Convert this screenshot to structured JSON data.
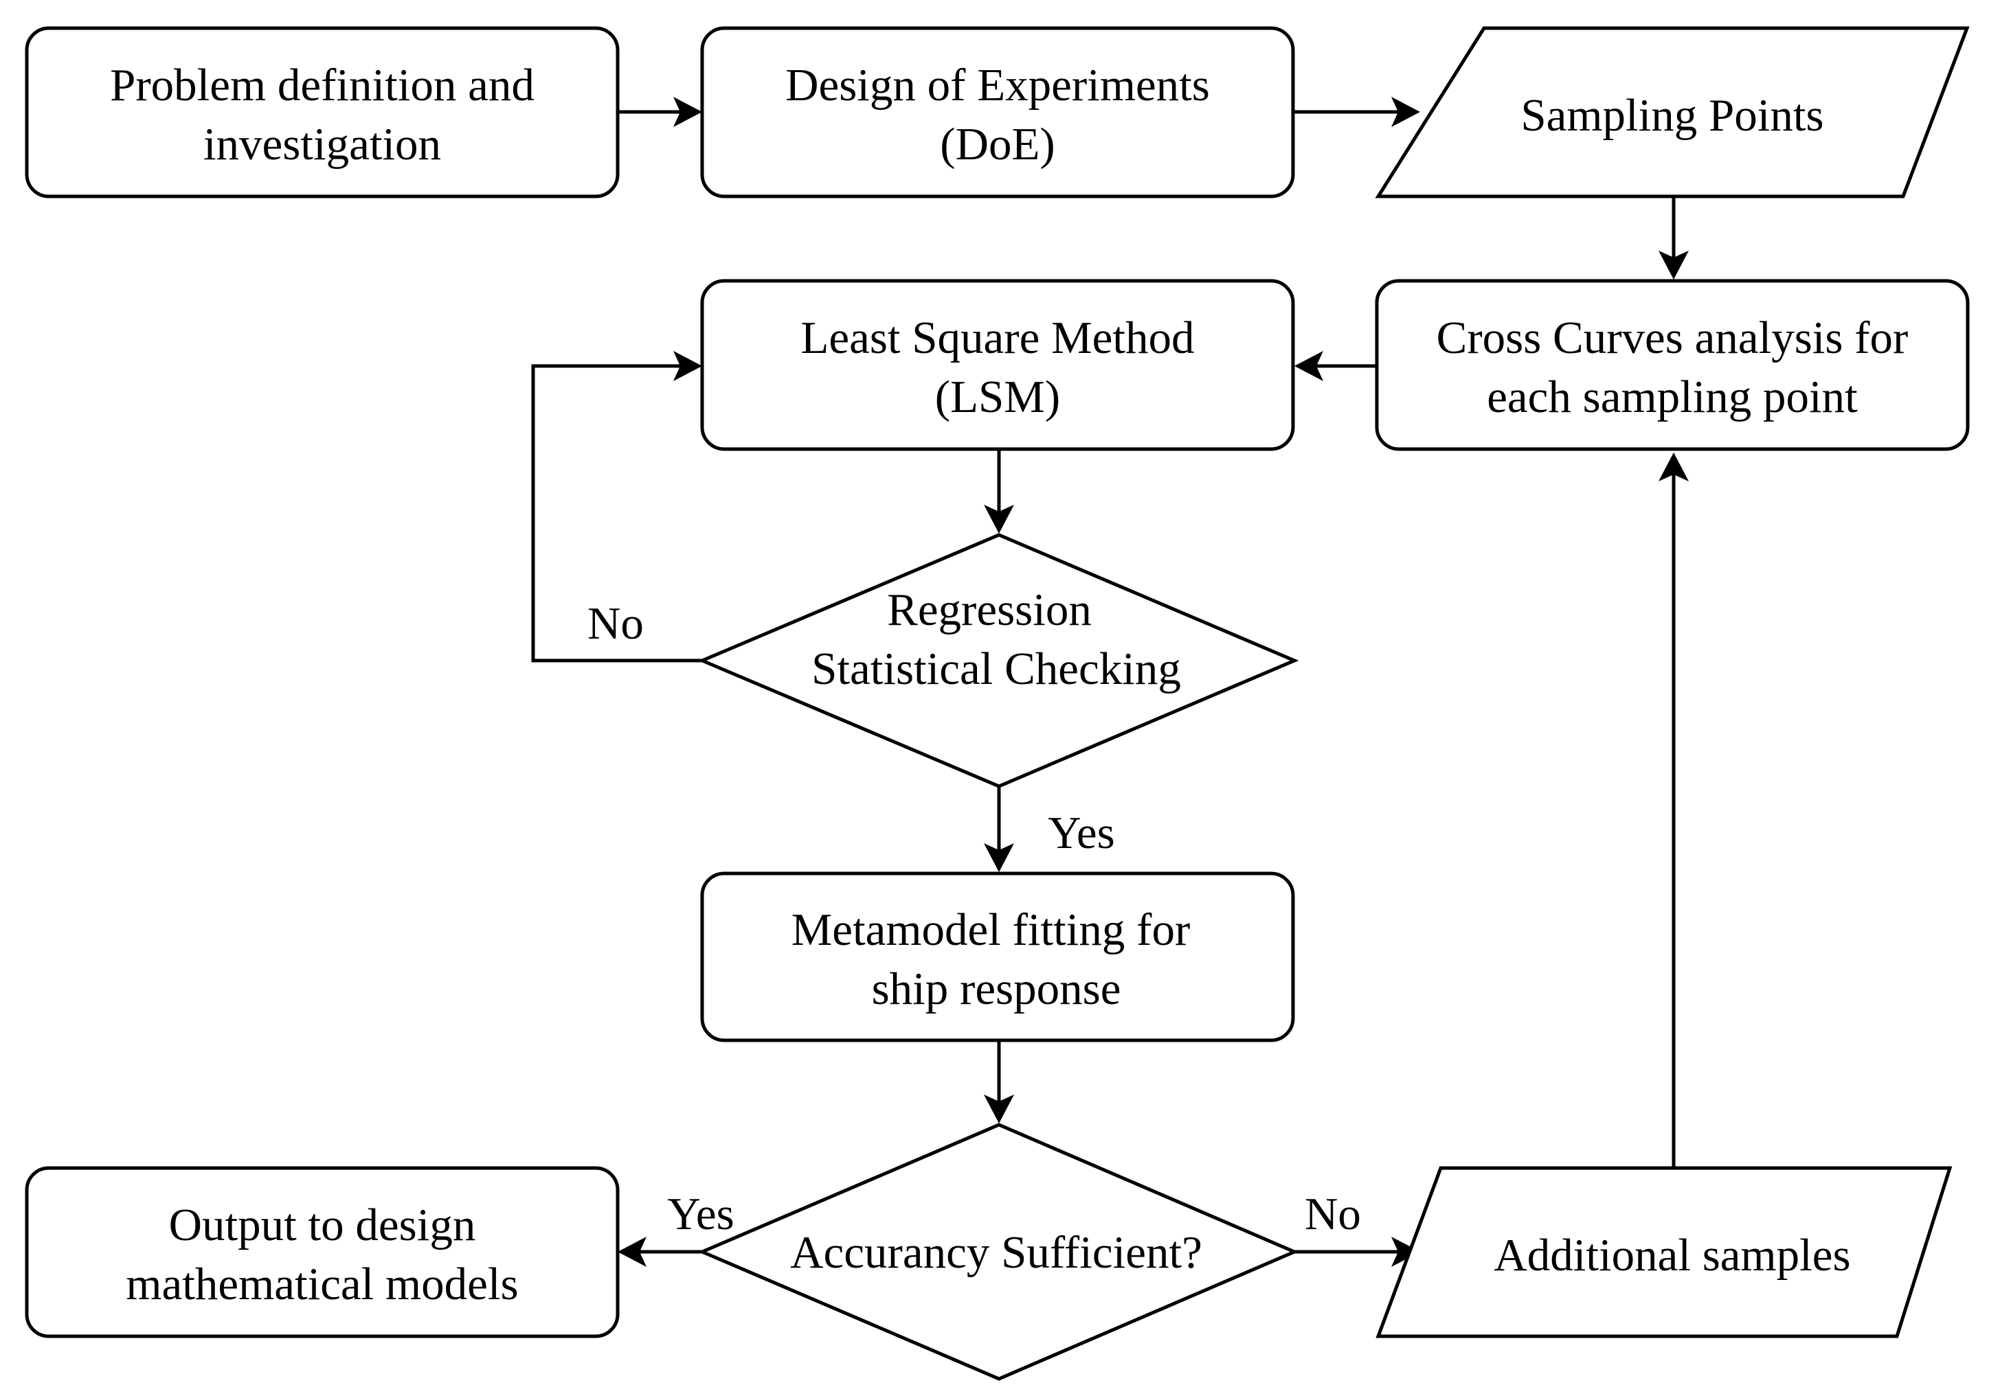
{
  "diagram": {
    "colors": {
      "stroke": "#000000",
      "fill": "#ffffff",
      "text": "#000000"
    },
    "nodes": {
      "problem": {
        "lines": [
          "Problem definition and",
          "investigation"
        ]
      },
      "doe": {
        "lines": [
          "Design of Experiments",
          "(DoE)"
        ]
      },
      "sampling": {
        "lines": [
          "Sampling Points"
        ]
      },
      "lsm": {
        "lines": [
          "Least Square Method",
          "(LSM)"
        ]
      },
      "crosscurves": {
        "lines": [
          "Cross Curves analysis for",
          "each sampling point"
        ]
      },
      "regression": {
        "lines": [
          "Regression",
          "Statistical Checking"
        ]
      },
      "metamodel": {
        "lines": [
          "Metamodel fitting for",
          "ship response"
        ]
      },
      "output": {
        "lines": [
          "Output to design",
          "mathematical models"
        ]
      },
      "accuracy": {
        "lines": [
          "Accurancy Sufficient?"
        ]
      },
      "additional": {
        "lines": [
          "Additional samples"
        ]
      }
    },
    "edge_labels": {
      "regression_no": "No",
      "regression_yes": "Yes",
      "accuracy_yes": "Yes",
      "accuracy_no": "No"
    }
  }
}
